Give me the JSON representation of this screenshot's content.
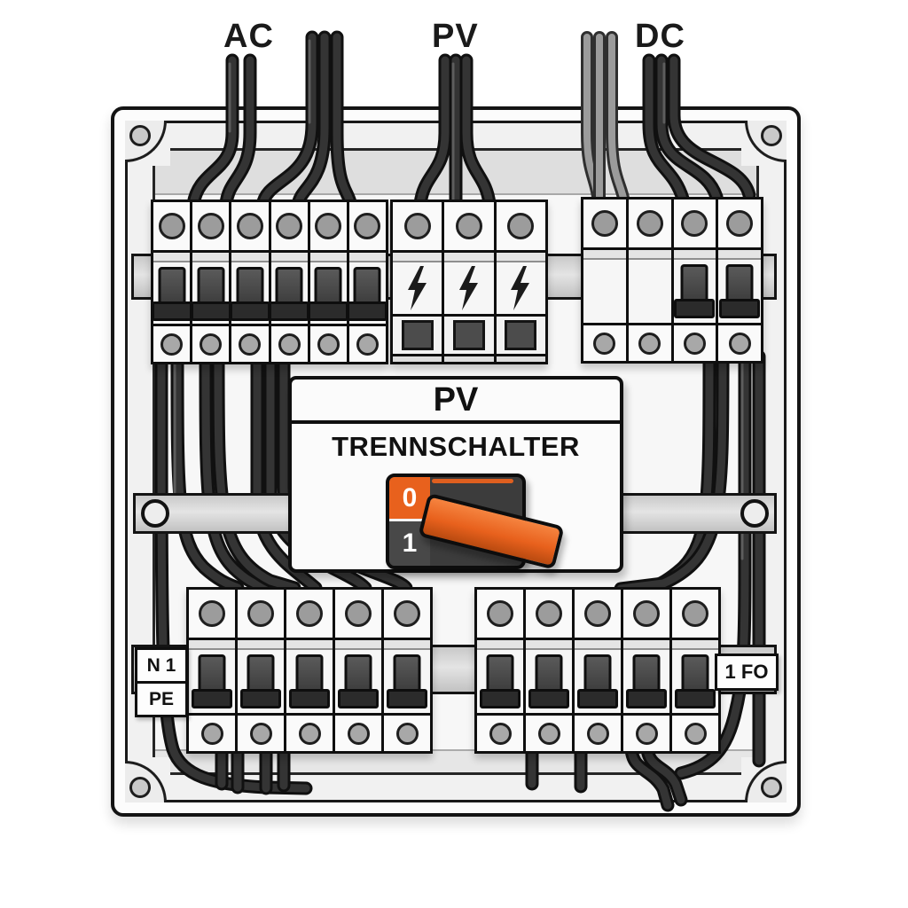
{
  "header_labels": {
    "ac": "AC",
    "pv": "PV",
    "dc": "DC"
  },
  "disconnect_switch": {
    "title": "PV",
    "subtitle": "TRENNSCHALTER",
    "position_off": "0",
    "position_on": "1"
  },
  "terminal_labels": {
    "neutral": "N 1",
    "earth": "PE",
    "right": "1 FO"
  },
  "breaker_groups": [
    {
      "id": "top-ac",
      "modules": [
        "toggle",
        "toggle",
        "toggle",
        "toggle",
        "toggle",
        "toggle"
      ]
    },
    {
      "id": "top-pv-spd",
      "modules": [
        "spd",
        "spd",
        "spd"
      ]
    },
    {
      "id": "top-dc",
      "modules": [
        "blank",
        "blank",
        "toggle",
        "toggle"
      ]
    },
    {
      "id": "bottom-left",
      "modules": [
        "toggle",
        "toggle",
        "toggle",
        "toggle",
        "toggle"
      ]
    },
    {
      "id": "bottom-right",
      "modules": [
        "toggle",
        "toggle",
        "toggle",
        "toggle",
        "toggle"
      ]
    }
  ],
  "colors": {
    "switch_orange": "#e8611d",
    "switch_body": "#3c3c3c",
    "cable_black": "#2a2a2a",
    "panel_gray": "#e9e9e9"
  }
}
